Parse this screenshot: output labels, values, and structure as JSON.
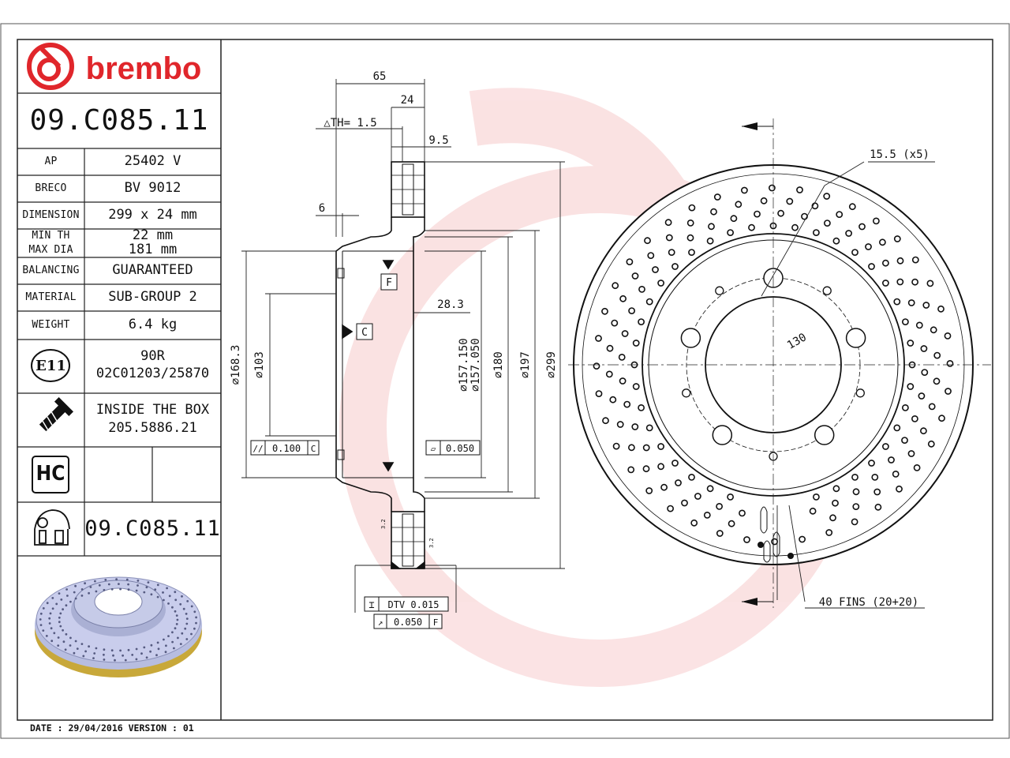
{
  "brand": {
    "name": "brembo",
    "color": "#e0262b"
  },
  "part_number": "09.C085.11",
  "specs": [
    {
      "label": "AP",
      "value": "25402 V"
    },
    {
      "label": "BRECO",
      "value": "BV 9012"
    },
    {
      "label": "DIMENSION",
      "value": "299 x 24 mm"
    },
    {
      "label": "MIN TH",
      "label2": "MAX DIA",
      "value": "22 mm",
      "value2": "181 mm"
    },
    {
      "label": "BALANCING",
      "value": "GUARANTEED"
    },
    {
      "label": "MATERIAL",
      "value": "SUB-GROUP 2"
    },
    {
      "label": "WEIGHT",
      "value": "6.4 kg"
    }
  ],
  "approval": {
    "mark": "E11",
    "line1": "90R",
    "line2": "02C01203/25870"
  },
  "hardware": {
    "icon": "screw-icon",
    "line1": "INSIDE THE BOX",
    "line2": "205.5886.21"
  },
  "coating": {
    "mark": "HC"
  },
  "drawing_number": {
    "icon": "disc-section-icon",
    "value": "09.C085.11"
  },
  "footer": "DATE : 29/04/2016 VERSION : 01",
  "section_view": {
    "dims": {
      "width_65": "65",
      "thickness_24": "24",
      "th_tol": "△TH= 1.5",
      "rib_9_5": "9.5",
      "hat_6": "6",
      "offset_28_3": "28.3",
      "dia_168_3": "⌀168.3",
      "dia_103": "⌀103",
      "dia_157": "⌀157.150",
      "dia_157b": "⌀157.050",
      "dia_180": "⌀180",
      "dia_197": "⌀197",
      "dia_299": "⌀299"
    },
    "datums": {
      "f": "F",
      "c": "C"
    },
    "tolerances": {
      "parallel_sym": "//",
      "parallel_val": "0.100",
      "parallel_ref": "C",
      "flat_sym": "▱",
      "flat_val": "0.050",
      "dtv_sym": "⌶",
      "dtv_val": "DTV 0.015",
      "runout_sym": "↗",
      "runout_val": "0.050",
      "runout_ref": "F"
    },
    "roughness": "3.2"
  },
  "face_view": {
    "hole_note": "15.5 (x5)",
    "pcd": "130",
    "fins_note": "40 FINS (20+20)",
    "drill_holes": 5,
    "fins": 40
  }
}
